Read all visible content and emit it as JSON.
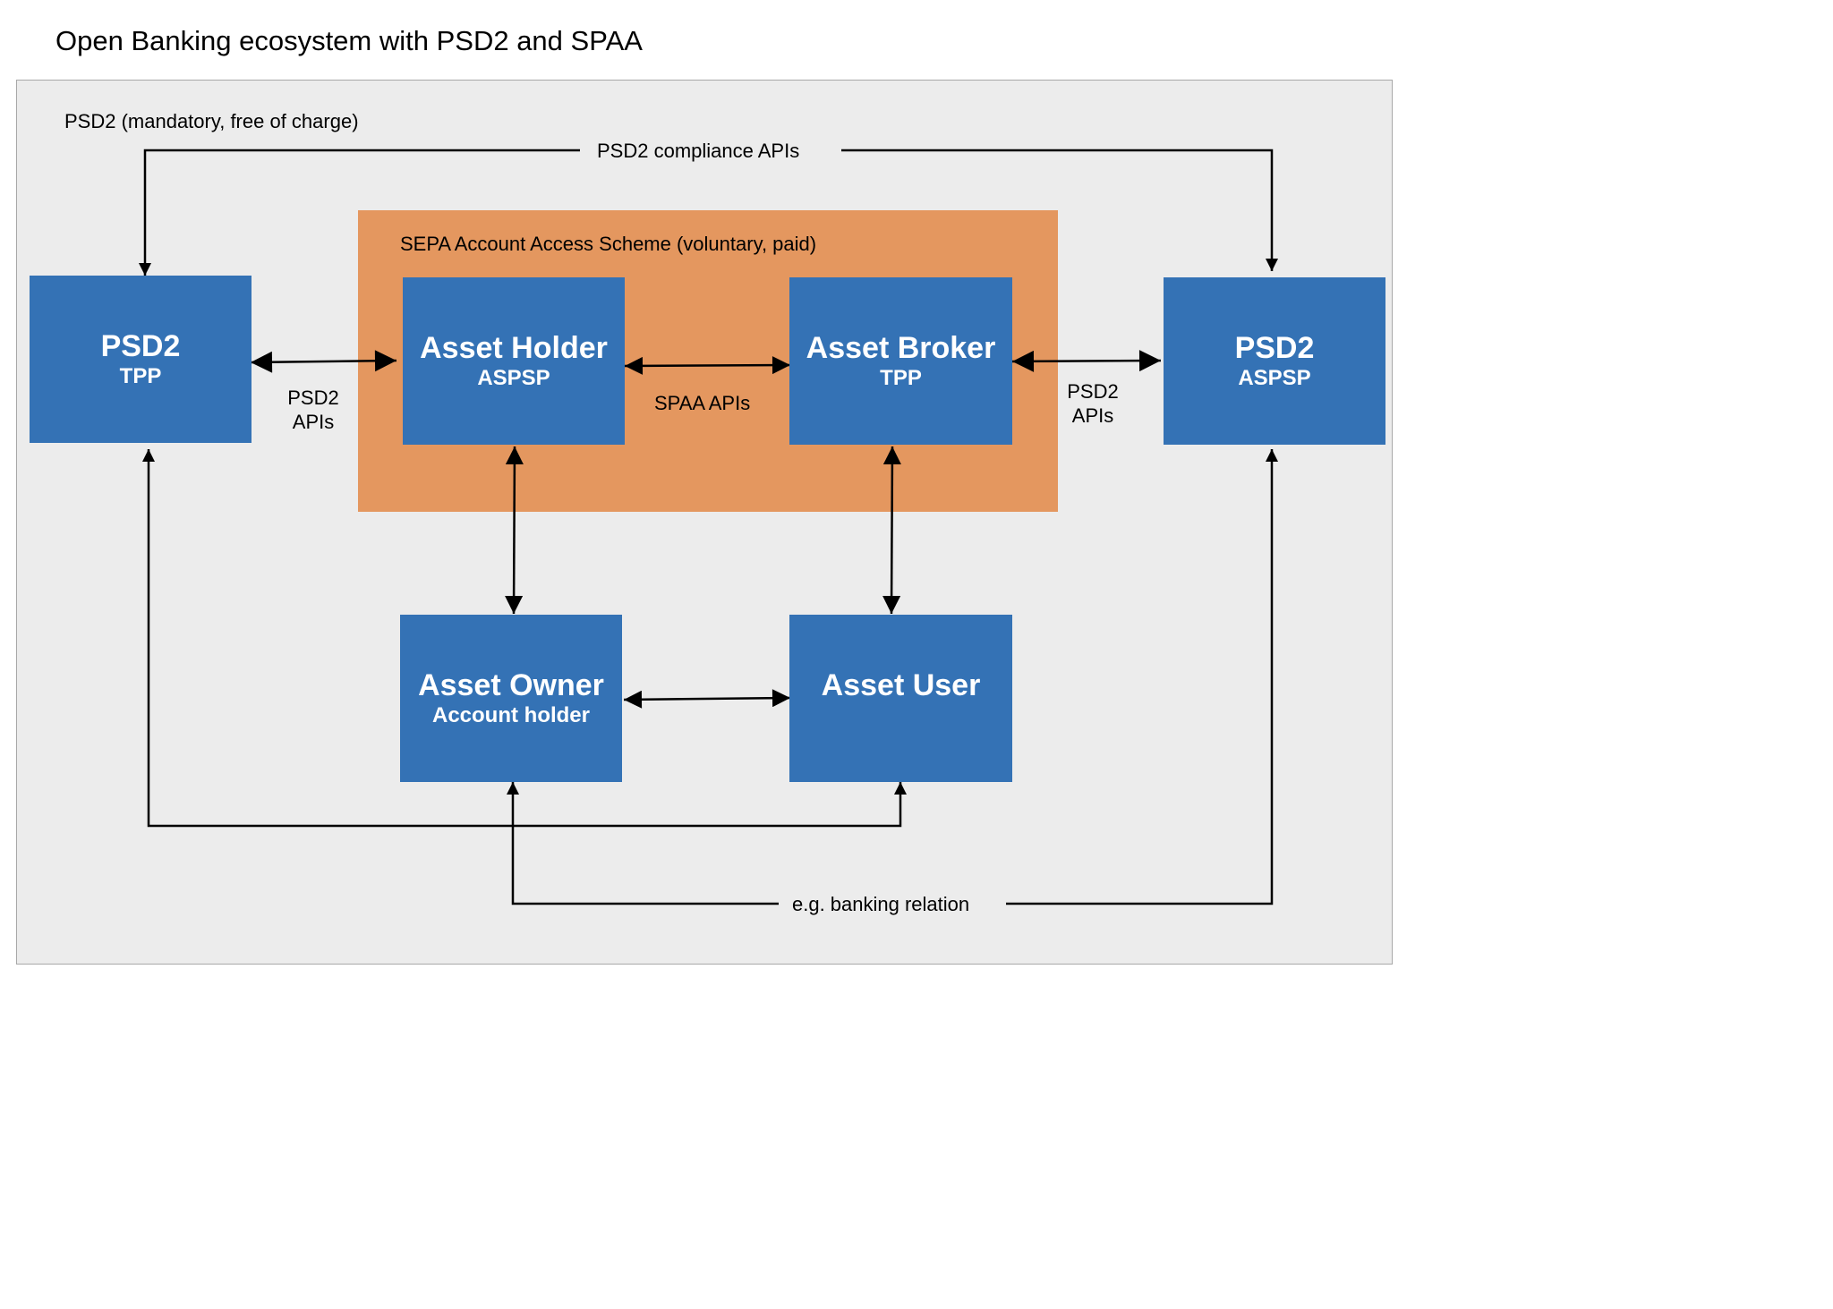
{
  "title": "Open Banking ecosystem with PSD2 and SPAA",
  "psd2_area_label": "PSD2 (mandatory, free of charge)",
  "sepa_area_label": "SEPA Account Access Scheme (voluntary, paid)",
  "boxes": {
    "psd2_tpp": {
      "main": "PSD2",
      "sub": "TPP"
    },
    "asset_holder": {
      "main": "Asset Holder",
      "sub": "ASPSP"
    },
    "asset_broker": {
      "main": "Asset Broker",
      "sub": "TPP"
    },
    "psd2_aspsp": {
      "main": "PSD2",
      "sub": "ASPSP"
    },
    "asset_owner": {
      "main": "Asset Owner",
      "sub": "Account holder"
    },
    "asset_user": {
      "main": "Asset User",
      "sub": ""
    }
  },
  "connections": {
    "psd2_compliance": "PSD2 compliance APIs",
    "psd2_apis_left_line1": "PSD2",
    "psd2_apis_left_line2": "APIs",
    "spaa_apis": "SPAA APIs",
    "psd2_apis_right_line1": "PSD2",
    "psd2_apis_right_line2": "APIs",
    "banking_relation": "e.g. banking relation"
  },
  "colors": {
    "box": "#3472b5",
    "sepa_area": "#e4975f",
    "psd2_area": "#ececec"
  }
}
